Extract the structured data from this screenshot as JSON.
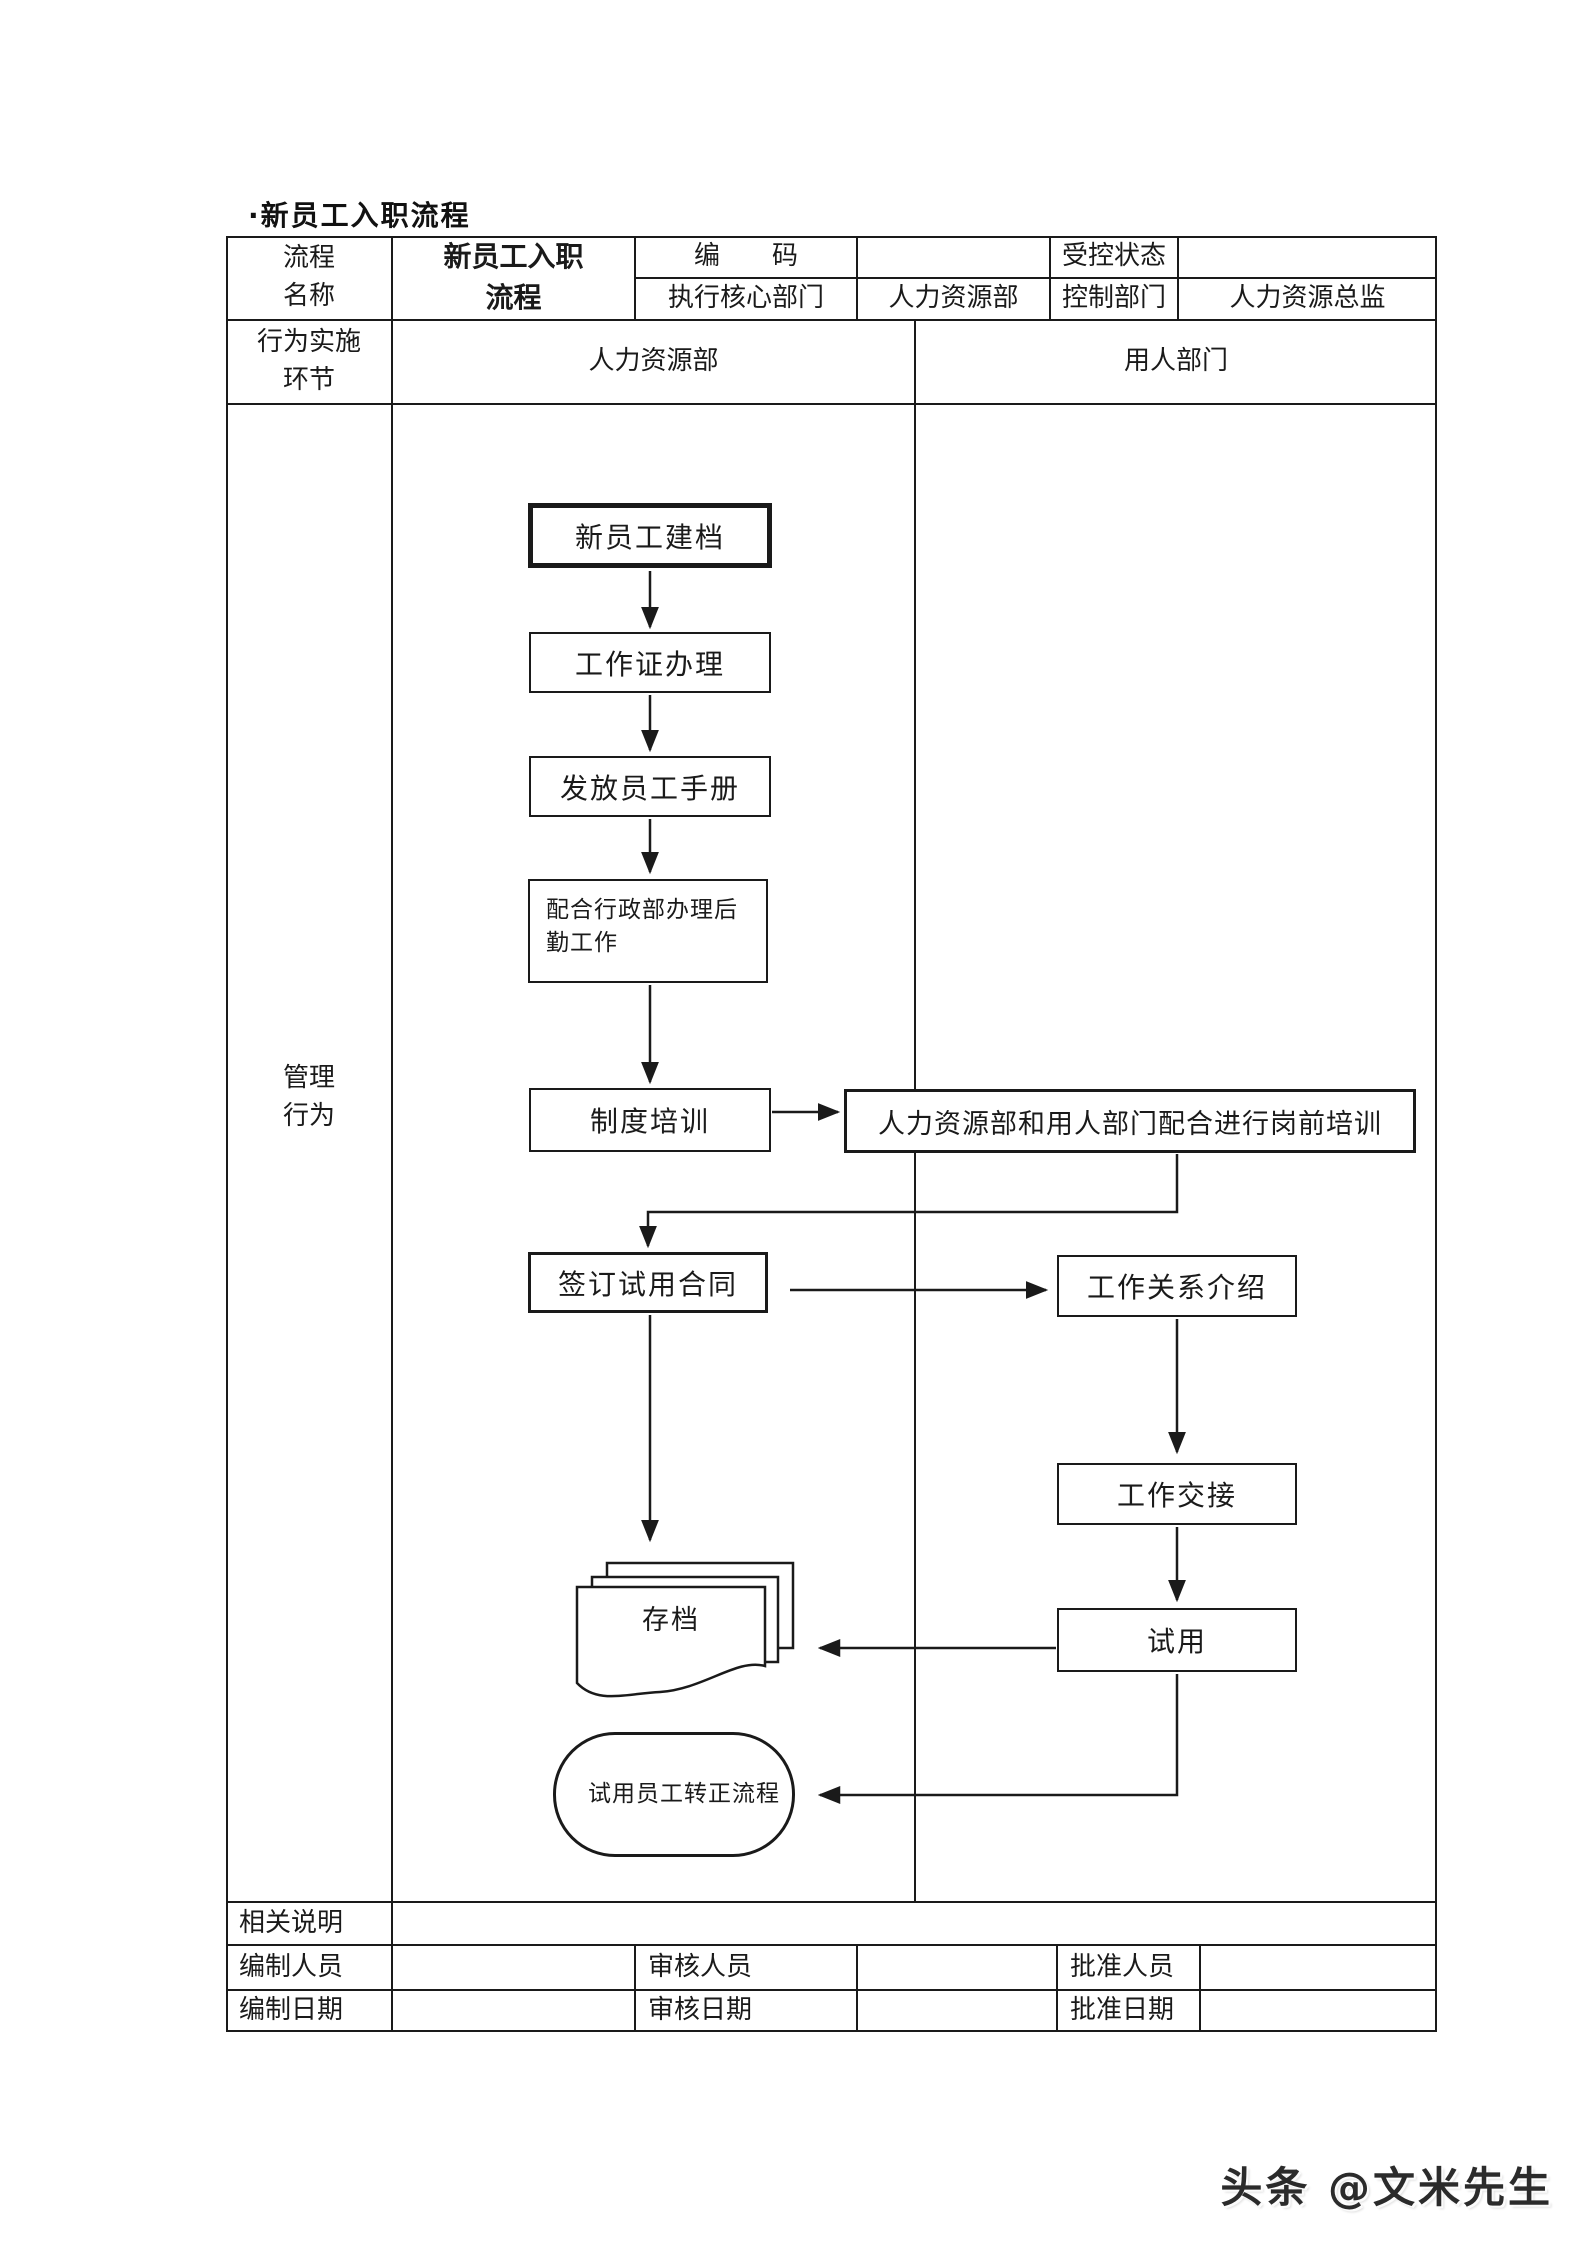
{
  "title": "·新员工入职流程",
  "header": {
    "name_label": [
      "流程",
      "名称"
    ],
    "name_value": [
      "新员工入职",
      "流程"
    ],
    "code_label": "编　　码",
    "code_value": "",
    "controlled_label": "受控状态",
    "controlled_value": "",
    "exec_label": "执行核心部门",
    "exec_value": "人力资源部",
    "control_label": "控制部门",
    "control_value": "人力资源总监"
  },
  "lanes": {
    "row_label": [
      "行为实施",
      "环节"
    ],
    "hr": "人力资源部",
    "employing": "用人部门"
  },
  "management_label": [
    "管理",
    "行为"
  ],
  "flow": {
    "create_file": "新员工建档",
    "work_permit": "工作证办理",
    "handbook": "发放员工手册",
    "logistics": [
      "配合行政部办理后",
      "勤工作"
    ],
    "training": "制度培训",
    "joint_training": "人力资源部和用人部门配合进行岗前培训",
    "contract": "签订试用合同",
    "intro": "工作关系介绍",
    "handover": "工作交接",
    "probation": "试用",
    "archive": "存档",
    "regularization": [
      "试用员工转正流",
      "程"
    ]
  },
  "footer": {
    "related": "相关说明",
    "related_value": "",
    "prepared_by": "编制人员",
    "prepared_by_value": "",
    "reviewed_by": "审核人员",
    "reviewed_by_value": "",
    "approved_by": "批准人员",
    "approved_by_value": "",
    "prepared_date": "编制日期",
    "prepared_date_value": "",
    "reviewed_date": "审核日期",
    "reviewed_date_value": "",
    "approved_date": "批准日期",
    "approved_date_value": ""
  },
  "watermark": "头条 @文米先生",
  "colors": {
    "ink": "#1a1a1a",
    "paper": "#ffffff"
  }
}
